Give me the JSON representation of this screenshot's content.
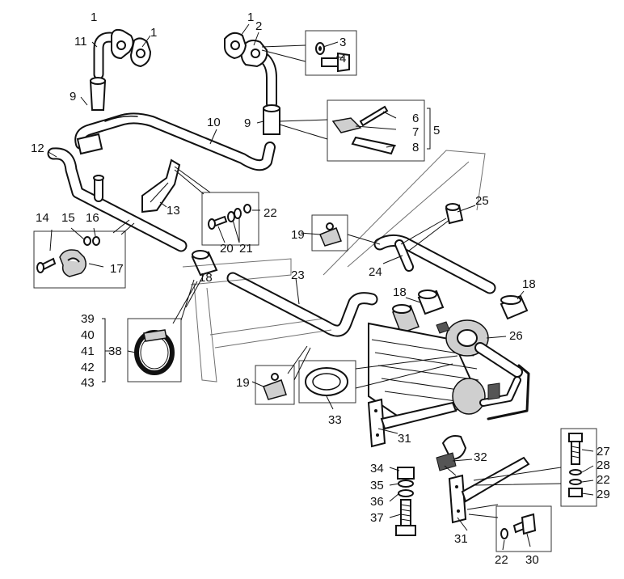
{
  "labels": [
    {
      "id": "1",
      "text": "1"
    },
    {
      "id": "1b",
      "text": "1"
    },
    {
      "id": "1c",
      "text": "1"
    },
    {
      "id": "2",
      "text": "2"
    },
    {
      "id": "3",
      "text": "3"
    },
    {
      "id": "4",
      "text": "4"
    },
    {
      "id": "5",
      "text": "5"
    },
    {
      "id": "6",
      "text": "6"
    },
    {
      "id": "7",
      "text": "7"
    },
    {
      "id": "8",
      "text": "8"
    },
    {
      "id": "9",
      "text": "9"
    },
    {
      "id": "9b",
      "text": "9"
    },
    {
      "id": "10",
      "text": "10"
    },
    {
      "id": "11",
      "text": "11"
    },
    {
      "id": "12",
      "text": "12"
    },
    {
      "id": "13",
      "text": "13"
    },
    {
      "id": "14",
      "text": "14"
    },
    {
      "id": "15",
      "text": "15"
    },
    {
      "id": "16",
      "text": "16"
    },
    {
      "id": "17",
      "text": "17"
    },
    {
      "id": "18",
      "text": "18"
    },
    {
      "id": "18b",
      "text": "18"
    },
    {
      "id": "18c",
      "text": "18"
    },
    {
      "id": "19",
      "text": "19"
    },
    {
      "id": "19b",
      "text": "19"
    },
    {
      "id": "20",
      "text": "20"
    },
    {
      "id": "21",
      "text": "21"
    },
    {
      "id": "22",
      "text": "22"
    },
    {
      "id": "22b",
      "text": "22"
    },
    {
      "id": "22c",
      "text": "22"
    },
    {
      "id": "23",
      "text": "23"
    },
    {
      "id": "24",
      "text": "24"
    },
    {
      "id": "25",
      "text": "25"
    },
    {
      "id": "26",
      "text": "26"
    },
    {
      "id": "27",
      "text": "27"
    },
    {
      "id": "28",
      "text": "28"
    },
    {
      "id": "29",
      "text": "29"
    },
    {
      "id": "30",
      "text": "30"
    },
    {
      "id": "31",
      "text": "31"
    },
    {
      "id": "31b",
      "text": "31"
    },
    {
      "id": "32",
      "text": "32"
    },
    {
      "id": "33",
      "text": "33"
    },
    {
      "id": "34",
      "text": "34"
    },
    {
      "id": "35",
      "text": "35"
    },
    {
      "id": "36",
      "text": "36"
    },
    {
      "id": "37",
      "text": "37"
    },
    {
      "id": "38",
      "text": "38"
    },
    {
      "id": "39",
      "text": "39"
    },
    {
      "id": "40",
      "text": "40"
    },
    {
      "id": "41",
      "text": "41"
    },
    {
      "id": "42",
      "text": "42"
    },
    {
      "id": "43",
      "text": "43"
    }
  ]
}
